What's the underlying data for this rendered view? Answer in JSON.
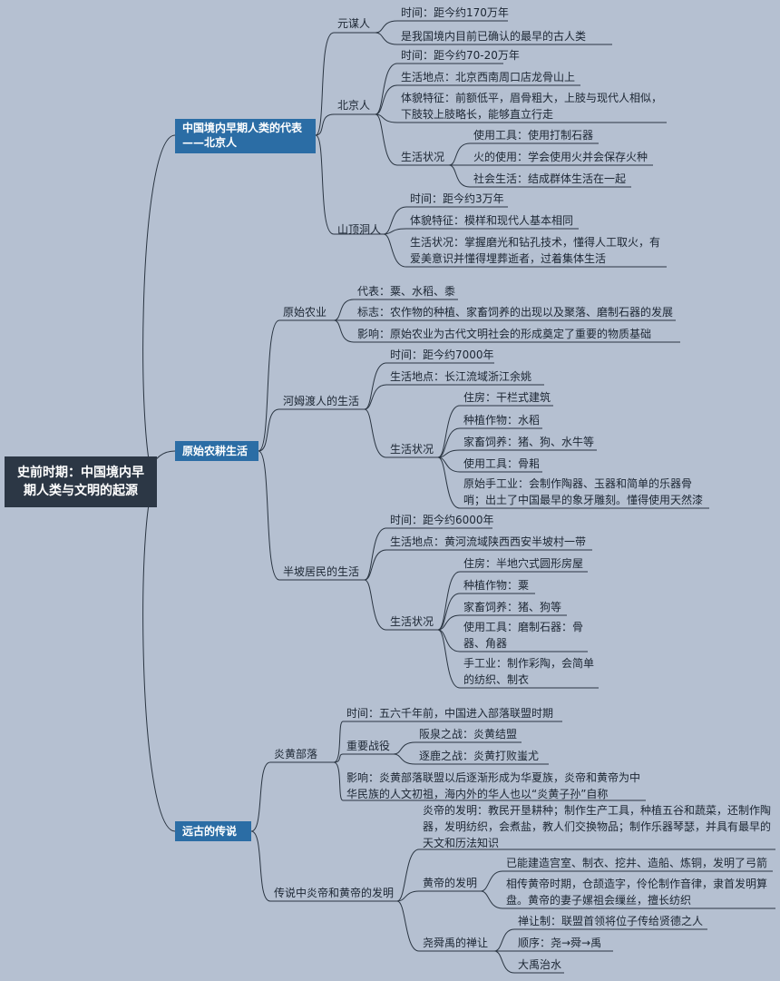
{
  "root": "史前时期：中国境内早期人类与文明的起源",
  "b1": {
    "title": "中国境内早期人类的代表——北京人",
    "yuanmou": {
      "label": "元谋人",
      "time": "时间：距今约170万年",
      "note": "是我国境内目前已确认的最早的古人类"
    },
    "beijing": {
      "label": "北京人",
      "time": "时间：距今约70-20万年",
      "place": "生活地点：北京西南周口店龙骨山上",
      "body": "体貌特征：前额低平，眉骨粗大，上肢与现代人相似，下肢较上肢略长，能够直立行走",
      "life_label": "生活状况",
      "tool": "使用工具：使用打制石器",
      "fire": "火的使用：学会使用火并会保存火种",
      "society": "社会生活：结成群体生活在一起"
    },
    "shanding": {
      "label": "山顶洞人",
      "time": "时间：距今约3万年",
      "body": "体貌特征：模样和现代人基本相同",
      "life": "生活状况：掌握磨光和钻孔技术，懂得人工取火，有爱美意识并懂得埋葬逝者，过着集体生活"
    }
  },
  "b2": {
    "title": "原始农耕生活",
    "agri": {
      "label": "原始农业",
      "rep": "代表：粟、水稻、黍",
      "sign": "标志：农作物的种植、家畜饲养的出现以及聚落、磨制石器的发展",
      "impact": "影响：原始农业为古代文明社会的形成奠定了重要的物质基础"
    },
    "hemudu": {
      "label": "河姆渡人的生活",
      "time": "时间：距今约7000年",
      "place": "生活地点：长江流域浙江余姚",
      "life_label": "生活状况",
      "house": "住房：干栏式建筑",
      "crop": "种植作物：水稻",
      "animal": "家畜饲养：猪、狗、水牛等",
      "tool": "使用工具：骨耜",
      "craft": "原始手工业：会制作陶器、玉器和简单的乐器骨哨；出土了中国最早的象牙雕刻。懂得使用天然漆"
    },
    "banpo": {
      "label": "半坡居民的生活",
      "time": "时间：距今约6000年",
      "place": "生活地点：黄河流域陕西西安半坡村一带",
      "life_label": "生活状况",
      "house": "住房：半地穴式圆形房屋",
      "crop": "种植作物：粟",
      "animal": "家畜饲养：猪、狗等",
      "tool": "使用工具：磨制石器：骨器、角器",
      "craft": "手工业：制作彩陶，会简单的纺织、制衣"
    }
  },
  "b3": {
    "title": "远古的传说",
    "yanhuang": {
      "label": "炎黄部落",
      "time": "时间：五六千年前，中国进入部落联盟时期",
      "battles_label": "重要战役",
      "banquan": "阪泉之战：炎黄结盟",
      "zhuolu": "逐鹿之战：炎黄打败蚩尤",
      "impact": "影响：炎黄部落联盟以后逐渐形成为华夏族，炎帝和黄帝为中华民族的人文初祖，海内外的华人也以“炎黄子孙”自称"
    },
    "inventions": {
      "label": "传说中炎帝和黄帝的发明",
      "yandi": "炎帝的发明：教民开垦耕种；制作生产工具，种植五谷和蔬菜，还制作陶器，发明纺织，会煮盐，教人们交换物品；制作乐器琴瑟，并具有最早的天文和历法知识",
      "huangdi_label": "黄帝的发明",
      "huangdi1": "已能建造宫室、制衣、挖井、造船、炼铜，发明了弓箭",
      "huangdi2": "相传黄帝时期，仓颉造字，伶伦制作音律，隶首发明算盘。黄帝的妻子嫘祖会缫丝，擅长纺织",
      "shan_label": "尧舜禹的禅让",
      "shan1": "禅让制：联盟首领将位子传给贤德之人",
      "shan2": "顺序：尧→舜→禹",
      "shan3": "大禹治水"
    }
  }
}
